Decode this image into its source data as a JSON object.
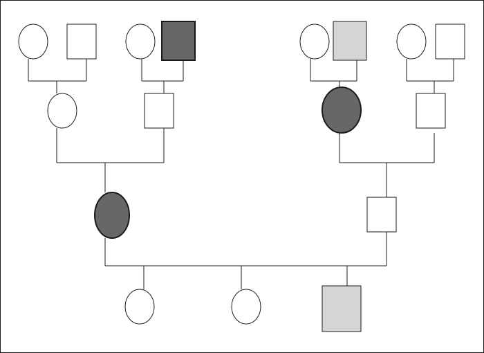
{
  "colors": {
    "unaffected": "#ffffff",
    "affected": "#666769",
    "carrier": "#d4d5d6",
    "line": "#1a1a1a"
  },
  "individuals": [
    {
      "id": "g1-1",
      "generation": 1,
      "sex": "female",
      "status": "unaffected"
    },
    {
      "id": "g1-2",
      "generation": 1,
      "sex": "male",
      "status": "unaffected"
    },
    {
      "id": "g1-3",
      "generation": 1,
      "sex": "female",
      "status": "unaffected"
    },
    {
      "id": "g1-4",
      "generation": 1,
      "sex": "male",
      "status": "affected"
    },
    {
      "id": "g1-5",
      "generation": 1,
      "sex": "female",
      "status": "unaffected"
    },
    {
      "id": "g1-6",
      "generation": 1,
      "sex": "male",
      "status": "carrier"
    },
    {
      "id": "g1-7",
      "generation": 1,
      "sex": "female",
      "status": "unaffected"
    },
    {
      "id": "g1-8",
      "generation": 1,
      "sex": "male",
      "status": "unaffected"
    },
    {
      "id": "g2-1",
      "generation": 2,
      "sex": "female",
      "status": "unaffected"
    },
    {
      "id": "g2-2",
      "generation": 2,
      "sex": "male",
      "status": "unaffected"
    },
    {
      "id": "g2-3",
      "generation": 2,
      "sex": "female",
      "status": "affected"
    },
    {
      "id": "g2-4",
      "generation": 2,
      "sex": "male",
      "status": "unaffected"
    },
    {
      "id": "g3-1",
      "generation": 3,
      "sex": "female",
      "status": "affected"
    },
    {
      "id": "g3-2",
      "generation": 3,
      "sex": "male",
      "status": "unaffected"
    },
    {
      "id": "g4-1",
      "generation": 4,
      "sex": "female",
      "status": "unaffected"
    },
    {
      "id": "g4-2",
      "generation": 4,
      "sex": "female",
      "status": "unaffected"
    },
    {
      "id": "g4-3",
      "generation": 4,
      "sex": "male",
      "status": "carrier"
    }
  ],
  "matings": [
    {
      "partners": [
        "g1-1",
        "g1-2"
      ],
      "children": [
        "g2-1"
      ]
    },
    {
      "partners": [
        "g1-3",
        "g1-4"
      ],
      "children": [
        "g2-2"
      ]
    },
    {
      "partners": [
        "g1-5",
        "g1-6"
      ],
      "children": [
        "g2-3"
      ]
    },
    {
      "partners": [
        "g1-7",
        "g1-8"
      ],
      "children": [
        "g2-4"
      ]
    },
    {
      "partners": [
        "g2-1",
        "g2-2"
      ],
      "children": [
        "g3-1"
      ]
    },
    {
      "partners": [
        "g2-3",
        "g2-4"
      ],
      "children": [
        "g3-2"
      ]
    },
    {
      "partners": [
        "g3-1",
        "g3-2"
      ],
      "children": [
        "g4-1",
        "g4-2",
        "g4-3"
      ]
    }
  ]
}
